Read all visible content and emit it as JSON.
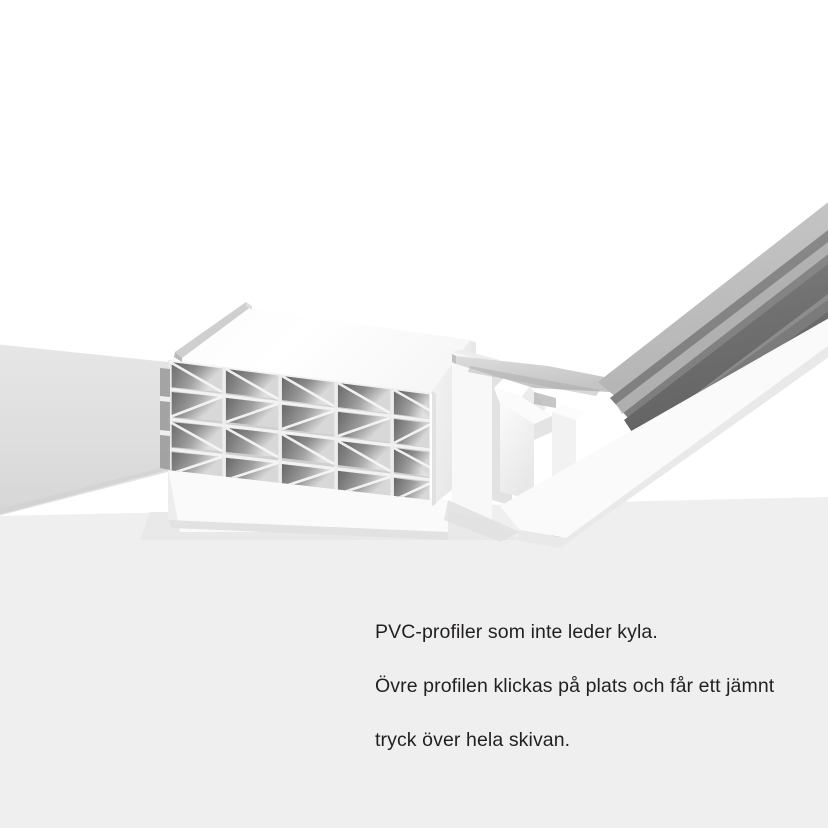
{
  "image": {
    "kind": "3d-product-render",
    "subject": "PVC window profile cross-section with triangulated insulation chambers",
    "background_top_color": "#ffffff",
    "background_bottom_color": "#efeff0"
  },
  "caption": {
    "lines": [
      "PVC-profiler som inte leder kyla.",
      "Övre profilen klickas på plats och får ett jämnt",
      "tryck över hela skivan."
    ],
    "text": "PVC-profiler som inte leder kyla.\nÖvre profilen klickas på plats och får ett jämnt\ntryck över hela skivan.",
    "color": "#231f20"
  },
  "parts": {
    "outer_face": {
      "name": "Yttre profilsida",
      "color": "#e0e0e0"
    },
    "top_face": {
      "name": "Profilens ovansida",
      "color": "#fdfdfd"
    },
    "honeycomb": {
      "name": "Triangulerade isolerkammare",
      "columns": 5,
      "rows": 4,
      "cell_shadow_color": "#6f6f6f",
      "rib_color": "#f2f2f2"
    },
    "thin_lip": {
      "name": "Tunn läpp / fläns",
      "color": "#c9c9c9"
    },
    "snap_clip": {
      "name": "Klickfäste för övre profil",
      "color": "#f6f6f6"
    },
    "upper_profile_flange": {
      "name": "Övre profilens fläns",
      "color": "#d2d2d2"
    },
    "gasket_strip": {
      "name": "Grå tätningslist",
      "color": "#6e6e6e"
    },
    "glass_panel_edge": {
      "name": "Skivkant",
      "color": "#8c8c8c"
    }
  }
}
